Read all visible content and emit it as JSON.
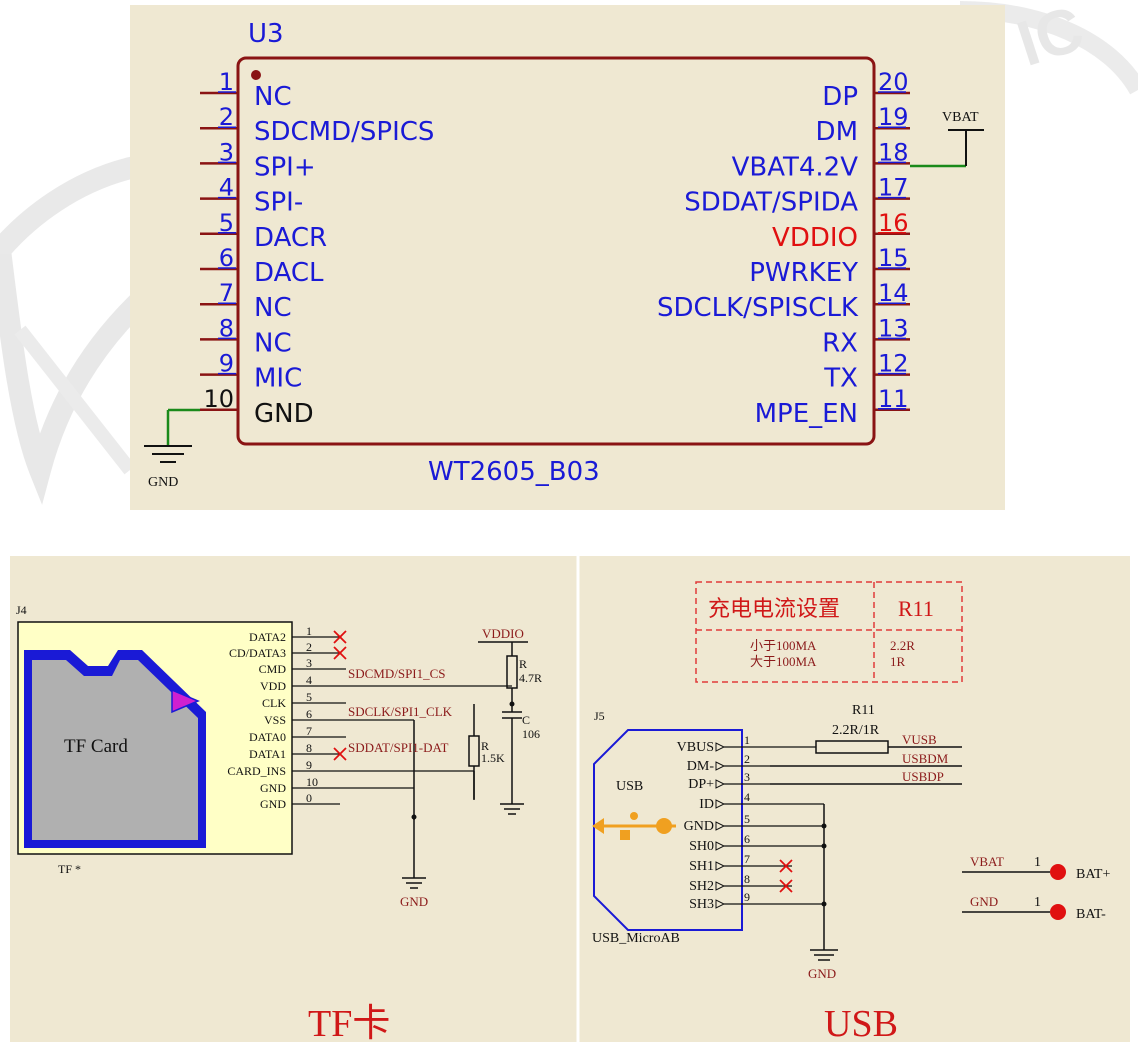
{
  "watermark": {
    "text": "IC"
  },
  "u3": {
    "designator": "U3",
    "part": "WT2605_B03",
    "left_pins": [
      {
        "num": "1",
        "name": "NC"
      },
      {
        "num": "2",
        "name": "SDCMD/SPICS"
      },
      {
        "num": "3",
        "name": "SPI+"
      },
      {
        "num": "4",
        "name": "SPI-"
      },
      {
        "num": "5",
        "name": "DACR"
      },
      {
        "num": "6",
        "name": "DACL"
      },
      {
        "num": "7",
        "name": "NC"
      },
      {
        "num": "8",
        "name": "NC"
      },
      {
        "num": "9",
        "name": "MIC"
      },
      {
        "num": "10",
        "name": "GND"
      }
    ],
    "right_pins": [
      {
        "num": "20",
        "name": "DP"
      },
      {
        "num": "19",
        "name": "DM"
      },
      {
        "num": "18",
        "name": "VBAT4.2V"
      },
      {
        "num": "17",
        "name": "SDDAT/SPIDA"
      },
      {
        "num": "16",
        "name": "VDDIO"
      },
      {
        "num": "15",
        "name": "PWRKEY"
      },
      {
        "num": "14",
        "name": "SDCLK/SPISCLK"
      },
      {
        "num": "13",
        "name": "RX"
      },
      {
        "num": "12",
        "name": "TX"
      },
      {
        "num": "11",
        "name": "MPE_EN"
      }
    ],
    "vbat_label": "VBAT",
    "gnd_label": "GND"
  },
  "tf": {
    "designator": "J4",
    "card_label": "TF Card",
    "footer": "TF  *",
    "pins": [
      {
        "num": "1",
        "name": "DATA2"
      },
      {
        "num": "2",
        "name": "CD/DATA3"
      },
      {
        "num": "3",
        "name": "CMD"
      },
      {
        "num": "4",
        "name": "VDD"
      },
      {
        "num": "5",
        "name": "CLK"
      },
      {
        "num": "6",
        "name": "VSS"
      },
      {
        "num": "7",
        "name": "DATA0"
      },
      {
        "num": "8",
        "name": "DATA1"
      },
      {
        "num": "9",
        "name": "CARD_INS"
      },
      {
        "num": "10",
        "name": "GND"
      },
      {
        "num": "0",
        "name": "GND"
      }
    ],
    "net_cmd": "SDCMD/SPI1_CS",
    "net_clk": "SDCLK/SPI1_CLK",
    "net_dat": "SDDAT/SPI1-DAT",
    "vddio": "VDDIO",
    "r_top_label": "R",
    "r_top_value": "4.7R",
    "c_label": "C",
    "c_value": "106",
    "r_bot_label": "R",
    "r_bot_value": "1.5K",
    "gnd": "GND",
    "section_title": "TF卡"
  },
  "usb": {
    "designator": "J5",
    "usb_label": "USB",
    "part": "USB_MicroAB",
    "pins": [
      {
        "num": "1",
        "name": "VBUS"
      },
      {
        "num": "2",
        "name": "DM-"
      },
      {
        "num": "3",
        "name": "DP+"
      },
      {
        "num": "4",
        "name": "ID"
      },
      {
        "num": "5",
        "name": "GND"
      },
      {
        "num": "6",
        "name": "SH0"
      },
      {
        "num": "7",
        "name": "SH1"
      },
      {
        "num": "8",
        "name": "SH2"
      },
      {
        "num": "9",
        "name": "SH3"
      }
    ],
    "r11": "R11",
    "r11_value": "2.2R/1R",
    "net_vusb": "VUSB",
    "net_usbdm": "USBDM",
    "net_usbdp": "USBDP",
    "gnd": "GND",
    "section_title": "USB"
  },
  "charge_table": {
    "header_left": "充电电流设置",
    "header_right": "R11",
    "rows": [
      {
        "cond": "小于100MA",
        "val": "2.2R"
      },
      {
        "cond": "大于100MA",
        "val": "1R"
      }
    ]
  },
  "battery": [
    {
      "net": "VBAT",
      "pin": "1",
      "label": "BAT+"
    },
    {
      "net": "GND",
      "pin": "1",
      "label": "BAT-"
    }
  ]
}
